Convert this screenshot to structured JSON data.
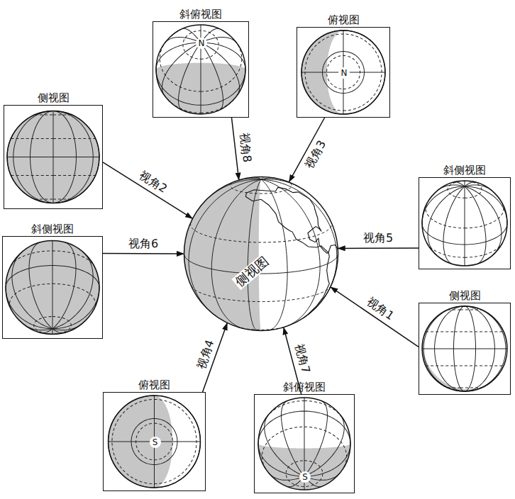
{
  "diagram": {
    "nodes": [
      {
        "text": [
          "斜俯视图"
        ]
      },
      {
        "text": [
          "俯视图"
        ]
      },
      {
        "text": [
          "侧视图"
        ]
      },
      {
        "text": [
          "斜侧视图"
        ]
      },
      {
        "text": [
          "侧视图"
        ]
      },
      {
        "text": [
          "斜侧视图"
        ]
      },
      {
        "text": [
          "侧视图"
        ]
      },
      {
        "text": [
          "俯视图"
        ]
      },
      {
        "text": [
          "斜俯视图"
        ]
      }
    ],
    "edges": [
      {
        "from": 0,
        "to": 4,
        "arrow": "to",
        "label": "视角8"
      },
      {
        "from": 1,
        "to": 4,
        "arrow": "to",
        "label": "视角3"
      },
      {
        "from": 2,
        "to": 4,
        "arrow": "to",
        "label": "视角2"
      },
      {
        "from": 3,
        "to": 4,
        "arrow": "to",
        "label": "视角5"
      },
      {
        "from": 5,
        "to": 4,
        "arrow": "to",
        "label": "视角6"
      },
      {
        "from": 6,
        "to": 4,
        "arrow": "to",
        "label": "视角1"
      },
      {
        "from": 7,
        "to": 4,
        "arrow": "to",
        "label": "视角4"
      },
      {
        "from": 8,
        "to": 4,
        "arrow": "to",
        "label": "视角7"
      }
    ],
    "labels": [
      "N",
      "N",
      "S",
      "S"
    ]
  }
}
